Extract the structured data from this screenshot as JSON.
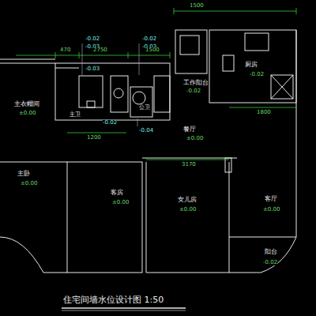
{
  "diagram": {
    "title": "住宅间墙水位设计图 1:50",
    "labels": [
      "主衣帽间",
      "±0.00",
      "主卧",
      "±0.00",
      "主卫",
      "公卫",
      "工作阳台",
      "-0.02",
      "厨房",
      "-0.02",
      "餐厅",
      "±0.00",
      "客房",
      "±0.00",
      "女儿房",
      "±0.00",
      "客厅",
      "±0.00",
      "阳台",
      "-0.02",
      "-0.02",
      "-0.03",
      "-0.02",
      "-0.03",
      "-0.03",
      "-0.04",
      "-0.02",
      "1500",
      "470",
      "2750",
      "1500",
      "1200",
      "3170",
      "1800"
    ]
  }
}
